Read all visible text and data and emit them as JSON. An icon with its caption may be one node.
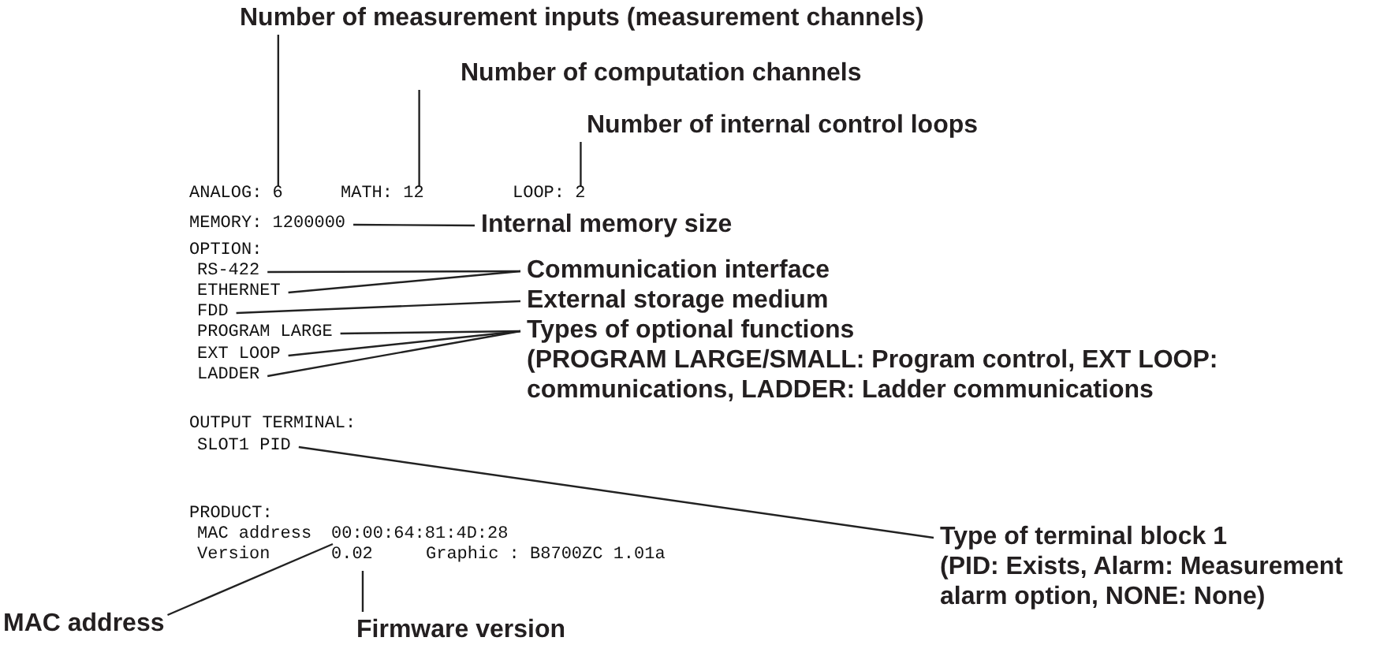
{
  "diagram": {
    "nodes": [
      {
        "text": [
          "Number of measurement inputs (measurement channels)"
        ]
      },
      {
        "text": [
          "Number of computation channels"
        ]
      },
      {
        "text": [
          "Number of internal control loops"
        ]
      },
      {
        "text": [
          "ANALOG: 6"
        ]
      },
      {
        "text": [
          "MATH: 12"
        ]
      },
      {
        "text": [
          "LOOP: 2"
        ]
      },
      {
        "text": [
          "MEMORY: 1200000"
        ]
      },
      {
        "text": [
          "Internal memory size"
        ]
      },
      {
        "text": [
          "RS-422"
        ]
      },
      {
        "text": [
          "Communication interface"
        ]
      },
      {
        "text": [
          "ETHERNET"
        ]
      },
      {
        "text": [
          "FDD"
        ]
      },
      {
        "text": [
          "External storage medium"
        ]
      },
      {
        "text": [
          "PROGRAM LARGE"
        ]
      },
      {
        "text": [
          "Types of optional functions",
          "(PROGRAM LARGE/SMALL: Program control, EXT LOOP: communications, LADDER: Ladder communications"
        ]
      },
      {
        "text": [
          "EXT LOOP"
        ]
      },
      {
        "text": [
          "LADDER"
        ]
      },
      {
        "text": [
          "SLOT1 PID"
        ]
      },
      {
        "text": [
          "Type of terminal block 1",
          "(PID: Exists, Alarm: Measurement alarm option, NONE: None)"
        ]
      },
      {
        "text": [
          "00:00:64:81:4D:28"
        ]
      },
      {
        "text": [
          "0.02"
        ]
      },
      {
        "text": [
          "MAC address"
        ]
      },
      {
        "text": [
          "Firmware version"
        ]
      }
    ],
    "edges": [
      {
        "from": 0,
        "to": 3,
        "arrow": "none"
      },
      {
        "from": 1,
        "to": 4,
        "arrow": "none"
      },
      {
        "from": 2,
        "to": 5,
        "arrow": "none"
      },
      {
        "from": 7,
        "to": 6,
        "arrow": "none"
      },
      {
        "from": 9,
        "to": 8,
        "arrow": "none"
      },
      {
        "from": 9,
        "to": 10,
        "arrow": "none"
      },
      {
        "from": 12,
        "to": 11,
        "arrow": "none"
      },
      {
        "from": 14,
        "to": 13,
        "arrow": "none"
      },
      {
        "from": 14,
        "to": 15,
        "arrow": "none"
      },
      {
        "from": 14,
        "to": 16,
        "arrow": "none"
      },
      {
        "from": 18,
        "to": 17,
        "arrow": "none"
      },
      {
        "from": 21,
        "to": 19,
        "arrow": "none"
      },
      {
        "from": 22,
        "to": 20,
        "arrow": "none"
      }
    ],
    "labels": [
      "OPTION:",
      "OUTPUT TERMINAL:",
      "PRODUCT:",
      "MAC address",
      "Version",
      "Graphic : B8700ZC 1.01a"
    ]
  }
}
